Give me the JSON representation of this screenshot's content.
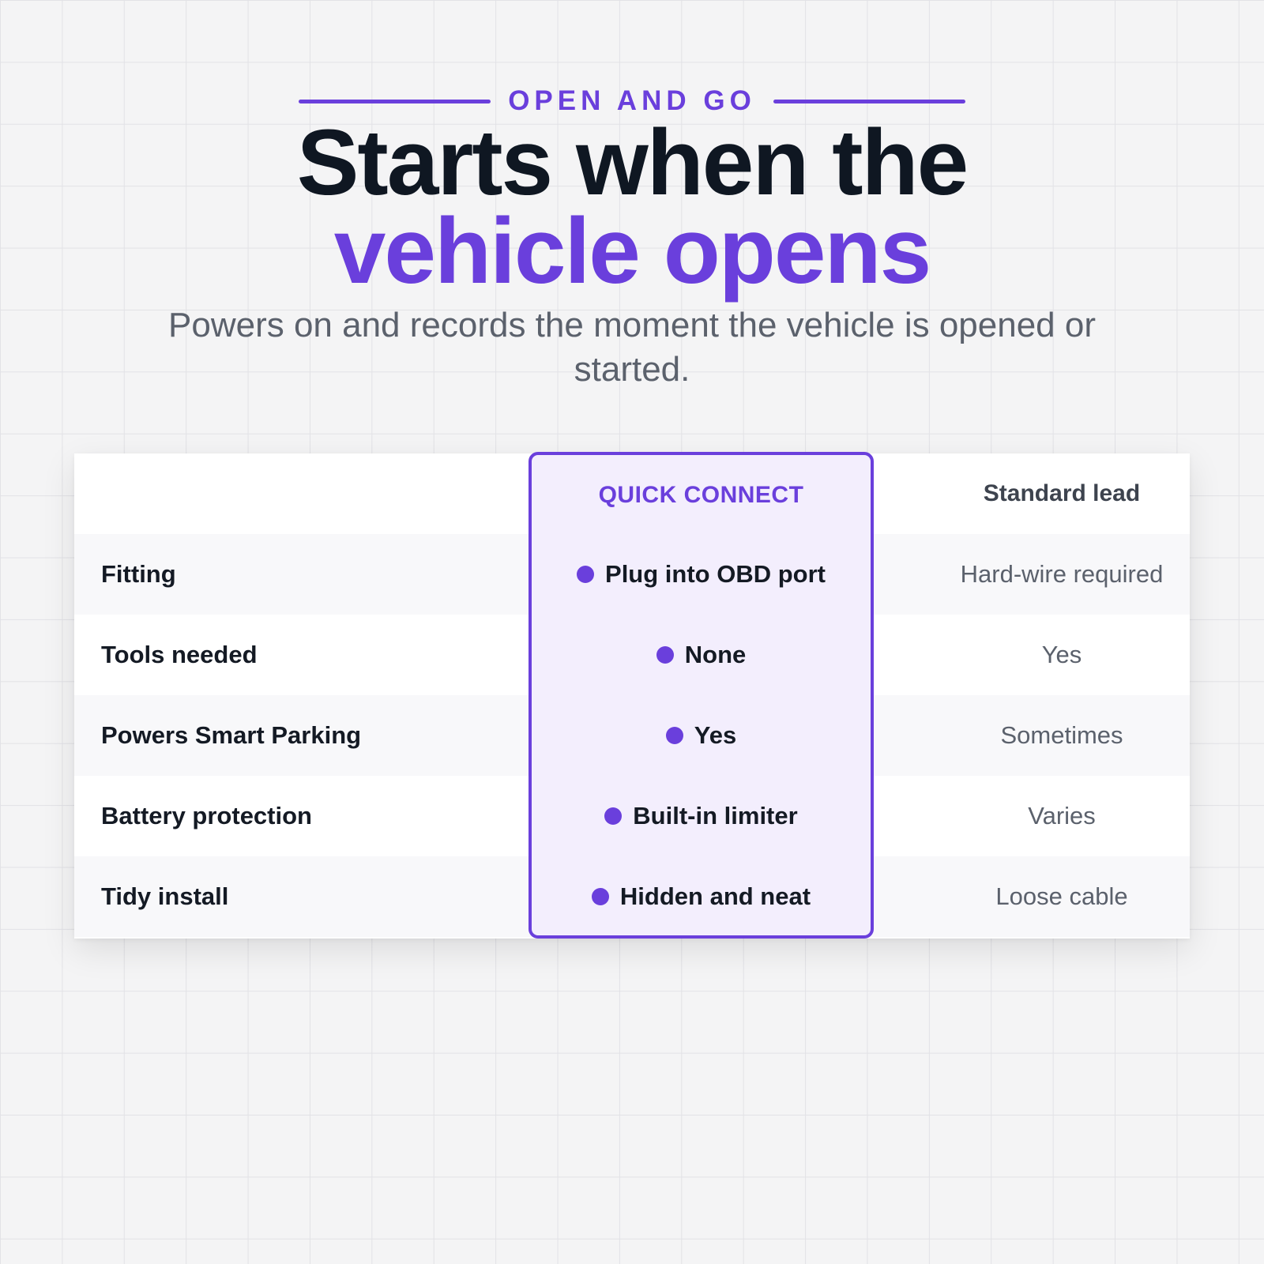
{
  "theme": {
    "accent": "#6a3fdc"
  },
  "eyebrow": "OPEN AND GO",
  "headline": {
    "line1": "Starts when the",
    "line2": "vehicle opens"
  },
  "subtitle": "Powers on and records the moment the vehicle is opened or started.",
  "table": {
    "columns": {
      "quick_connect": "QUICK CONNECT",
      "standard": "Standard lead"
    },
    "rows": [
      {
        "label": "Fitting",
        "quick_connect": "Plug into OBD port",
        "standard": "Hard-wire required"
      },
      {
        "label": "Tools needed",
        "quick_connect": "None",
        "standard": "Yes"
      },
      {
        "label": "Powers Smart Parking",
        "quick_connect": "Yes",
        "standard": "Sometimes"
      },
      {
        "label": "Battery protection",
        "quick_connect": "Built-in limiter",
        "standard": "Varies"
      },
      {
        "label": "Tidy install",
        "quick_connect": "Hidden and neat",
        "standard": "Loose cable"
      }
    ]
  }
}
